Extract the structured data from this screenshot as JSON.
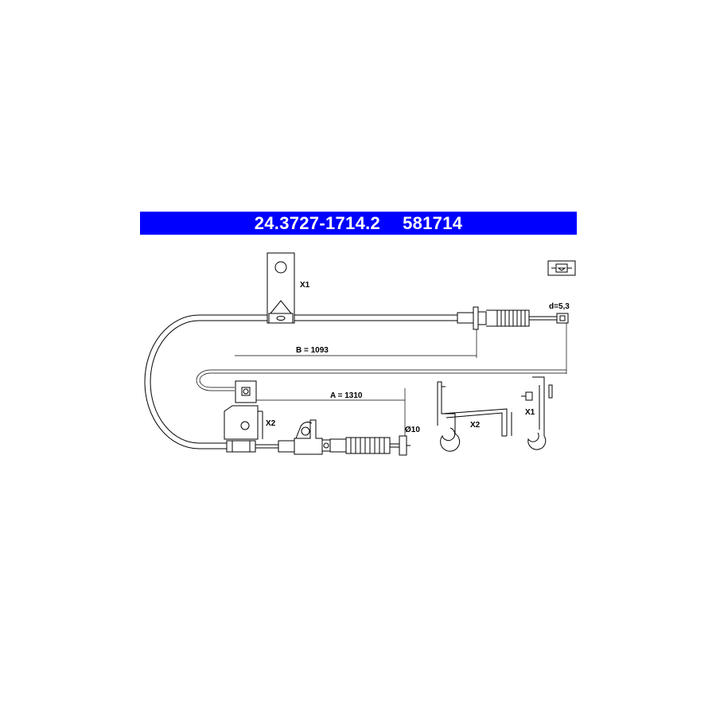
{
  "banner": {
    "part_number": "24.3727-1714.2",
    "ref_number": "581714",
    "color": "#0000ff"
  },
  "labels": {
    "x1_top": "X1",
    "x2_left": "X2",
    "b_dim": "B = 1093",
    "a_dim": "A = 1310",
    "d_dim": "d=5,3",
    "dia_dim": "Ø10",
    "x2_detail": "X2",
    "x1_detail": "X1"
  }
}
